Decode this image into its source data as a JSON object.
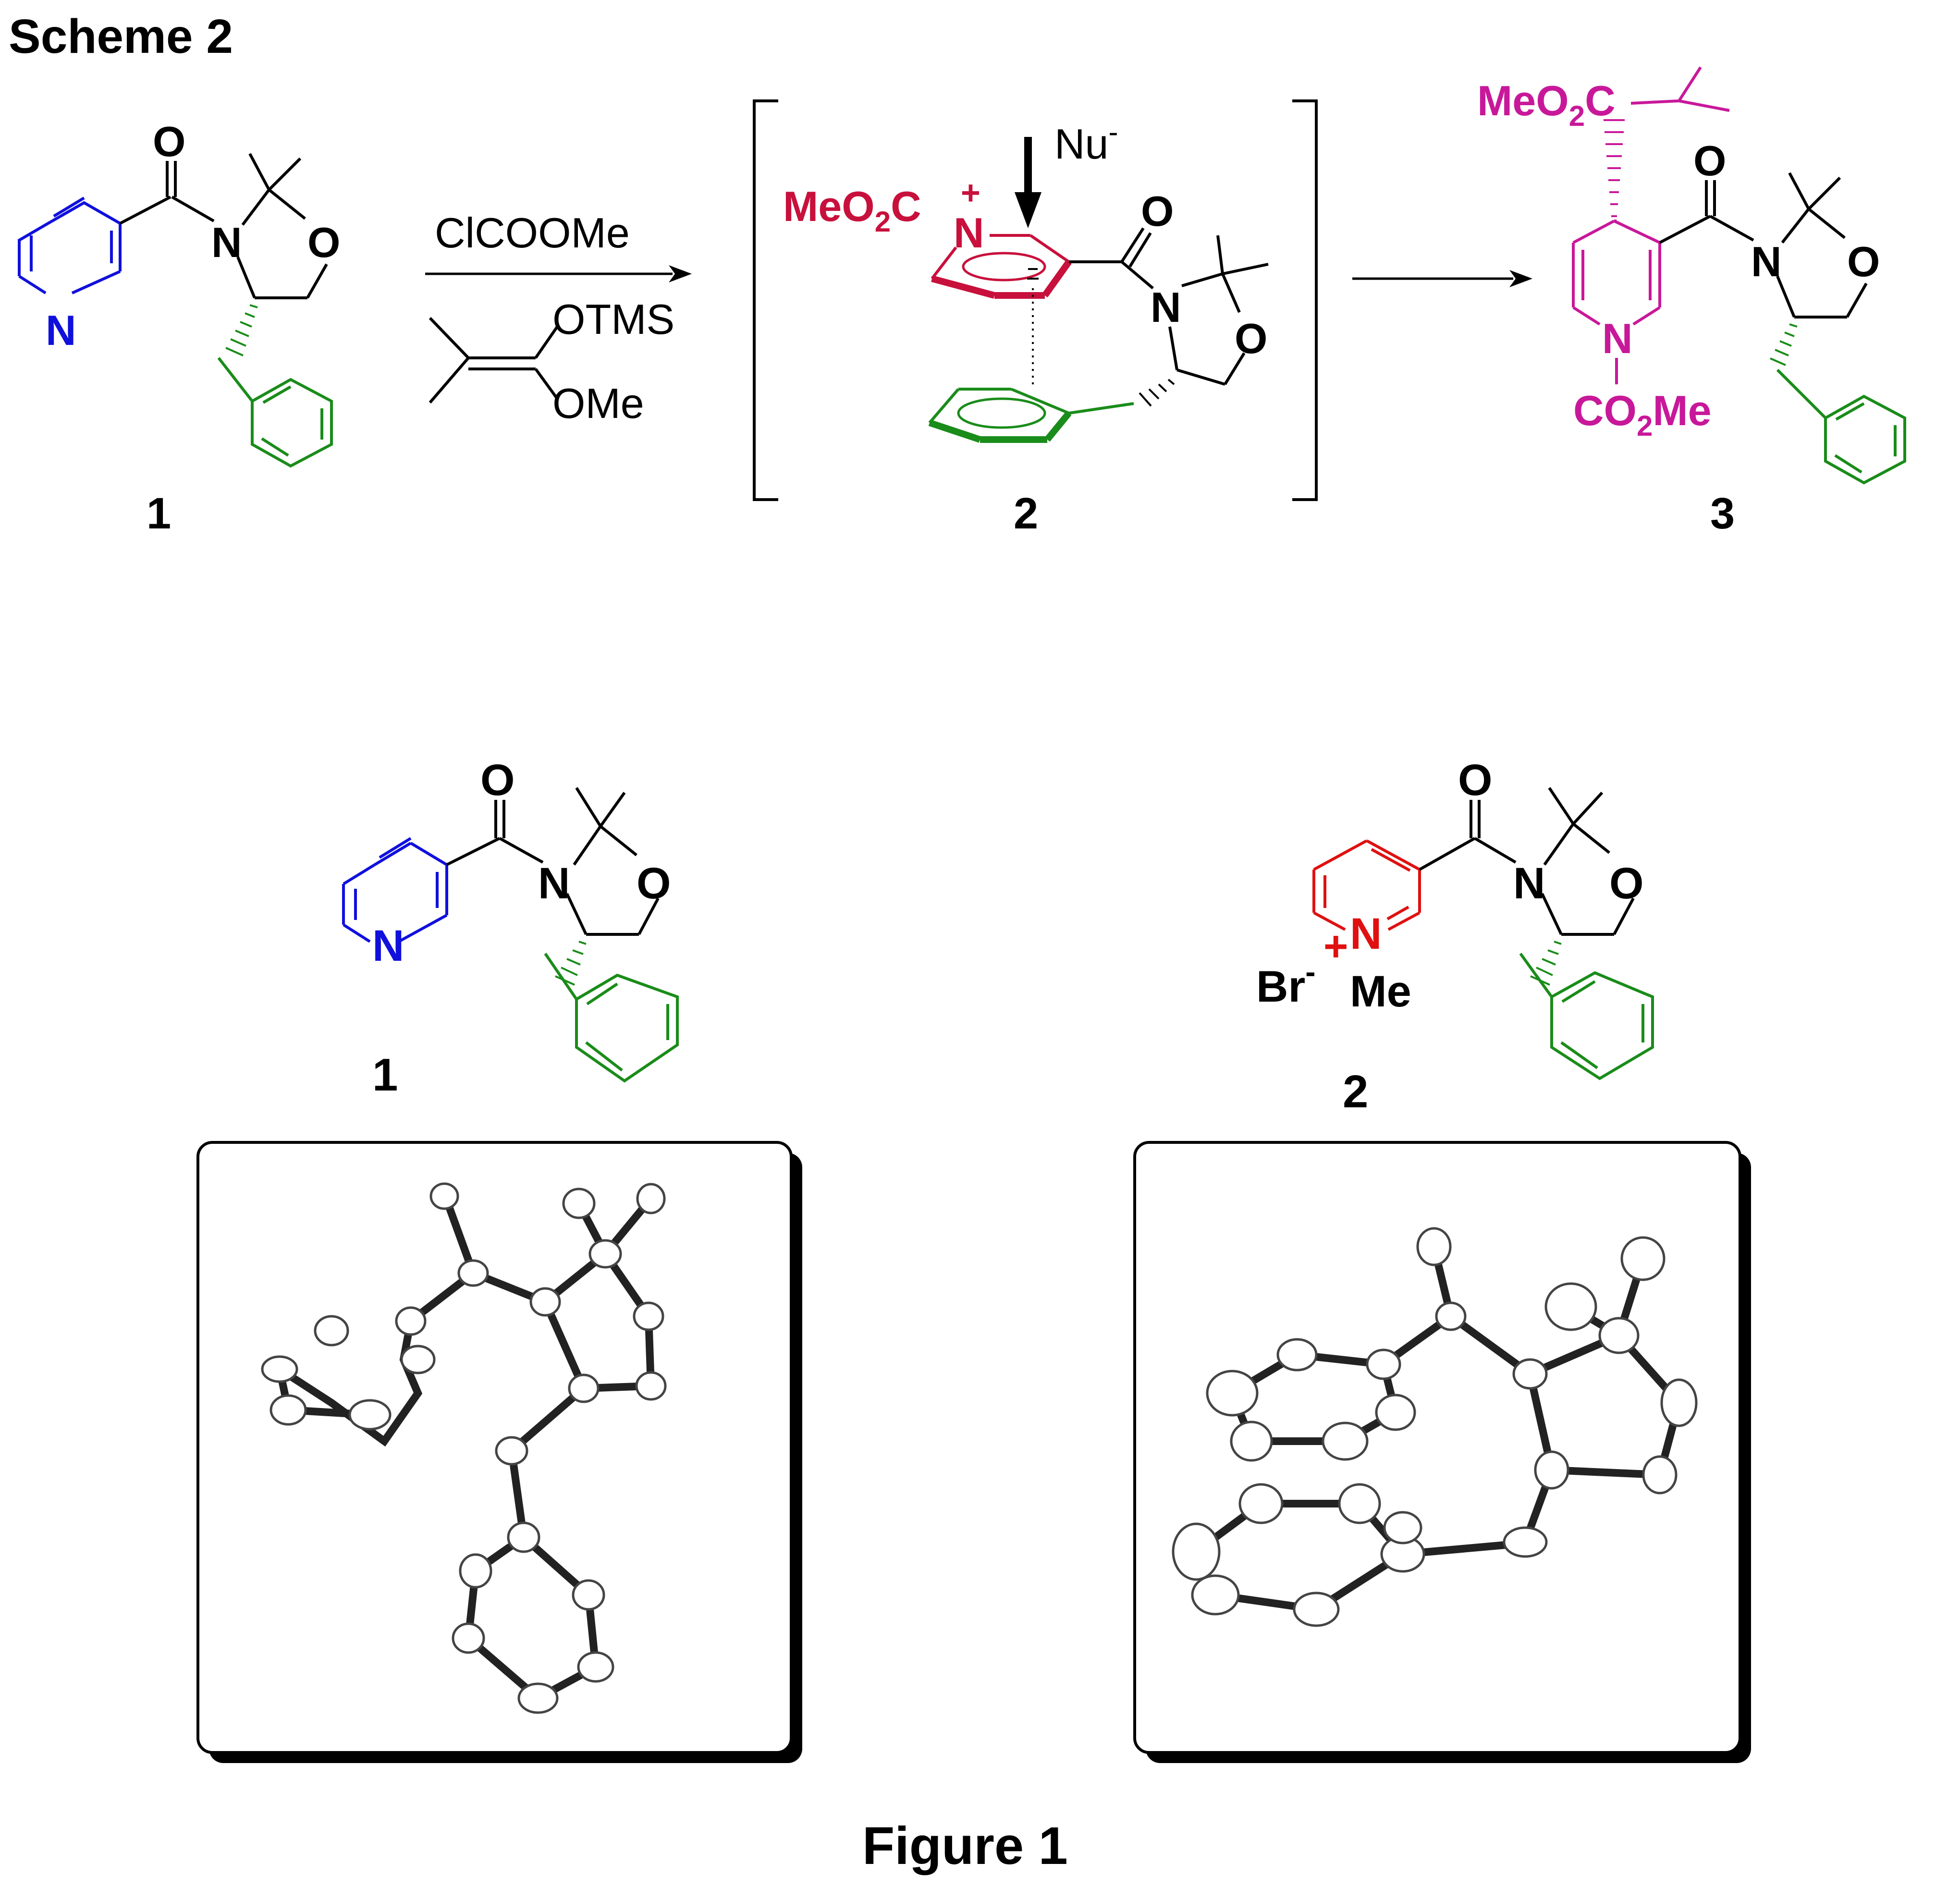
{
  "scheme_title": "Scheme 2",
  "figure_caption": "Figure 1",
  "colors": {
    "pyridine": "#1010dd",
    "benzyl": "#1a8c1a",
    "intermediate": "#c8103c",
    "product": "#c8189a",
    "pyridinium": "#e01010",
    "black": "#000000"
  },
  "scheme": {
    "compound1": {
      "number": "1",
      "atoms": {
        "O": "O",
        "N": "N",
        "O_ring": "O",
        "N_pyr": "N"
      }
    },
    "reagents": {
      "top": "ClCOOMe",
      "ketene_otms": "OTMS",
      "ketene_ome": "OMe"
    },
    "intermediate": {
      "number": "2",
      "nucleophile": "Nu",
      "nucleophile_charge": "-",
      "ester_group_main": "MeO",
      "ester_group_sub": "2",
      "ester_group_end": "C",
      "n_charge": "+",
      "atoms": {
        "N": "N",
        "O": "O",
        "N_amide": "N",
        "O_ring": "O"
      }
    },
    "product": {
      "number": "3",
      "ester_top_main": "MeO",
      "ester_top_sub": "2",
      "ester_top_end": "C",
      "ester_n_main": "CO",
      "ester_n_sub": "2",
      "ester_n_end": "Me",
      "atoms": {
        "N_ring": "N",
        "O": "O",
        "N_amide": "N",
        "O_ring": "O"
      }
    }
  },
  "figure": {
    "compound1": {
      "number": "1",
      "atoms": {
        "O": "O",
        "N": "N",
        "O_ring": "O",
        "N_pyr": "N"
      }
    },
    "compound2": {
      "number": "2",
      "counterion": "Br",
      "counterion_charge": "-",
      "n_charge": "+",
      "n_methyl": "Me",
      "atoms": {
        "N_pyr": "N",
        "O": "O",
        "N": "N",
        "O_ring": "O"
      }
    }
  }
}
